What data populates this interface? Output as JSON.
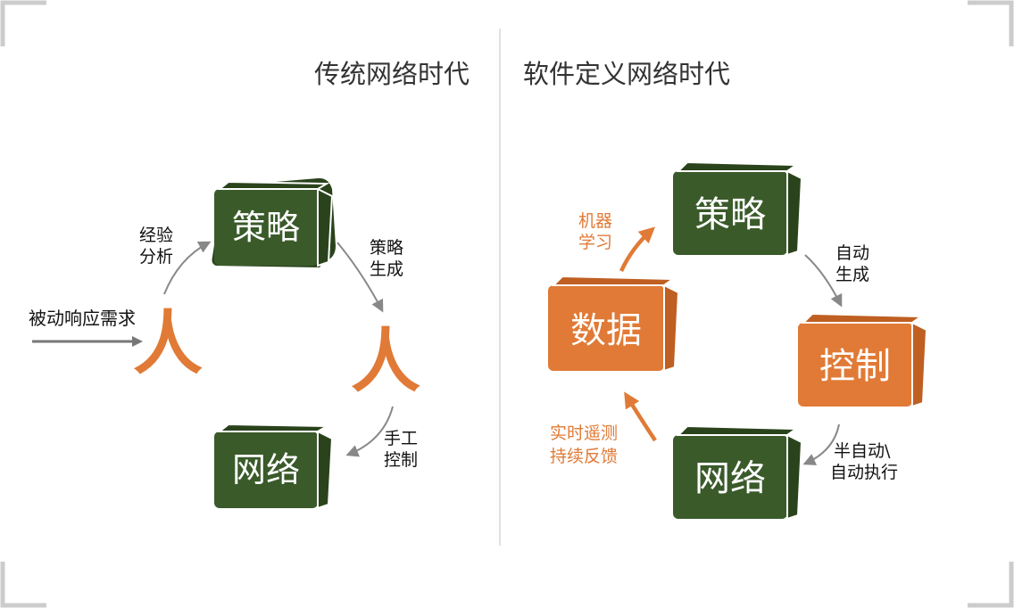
{
  "left": {
    "title": "传统网络时代",
    "input_label": "被动响应需求",
    "person_glyph": "人",
    "policy_box": "策略",
    "network_box": "网络",
    "label_experience": [
      "经验",
      "分析"
    ],
    "label_policy_gen": [
      "策略",
      "生成"
    ],
    "label_manual": [
      "手工",
      "控制"
    ]
  },
  "right": {
    "title": "软件定义网络时代",
    "policy_box": "策略",
    "control_box": "控制",
    "network_box": "网络",
    "data_box": "数据",
    "label_ml": [
      "机器",
      "学习"
    ],
    "label_auto_gen": [
      "自动",
      "生成"
    ],
    "label_exec": [
      "半自动\\",
      "自动执行"
    ],
    "label_telemetry": [
      "实时遥测",
      "持续反馈"
    ]
  },
  "colors": {
    "green": "#3a5a2a",
    "green_dark": "#2a431c",
    "orange": "#e07a36",
    "orange_dark": "#bf5f22",
    "gray_arrow": "#888888",
    "text": "#111111",
    "title_text": "#333333",
    "frame": "#cccccc"
  }
}
